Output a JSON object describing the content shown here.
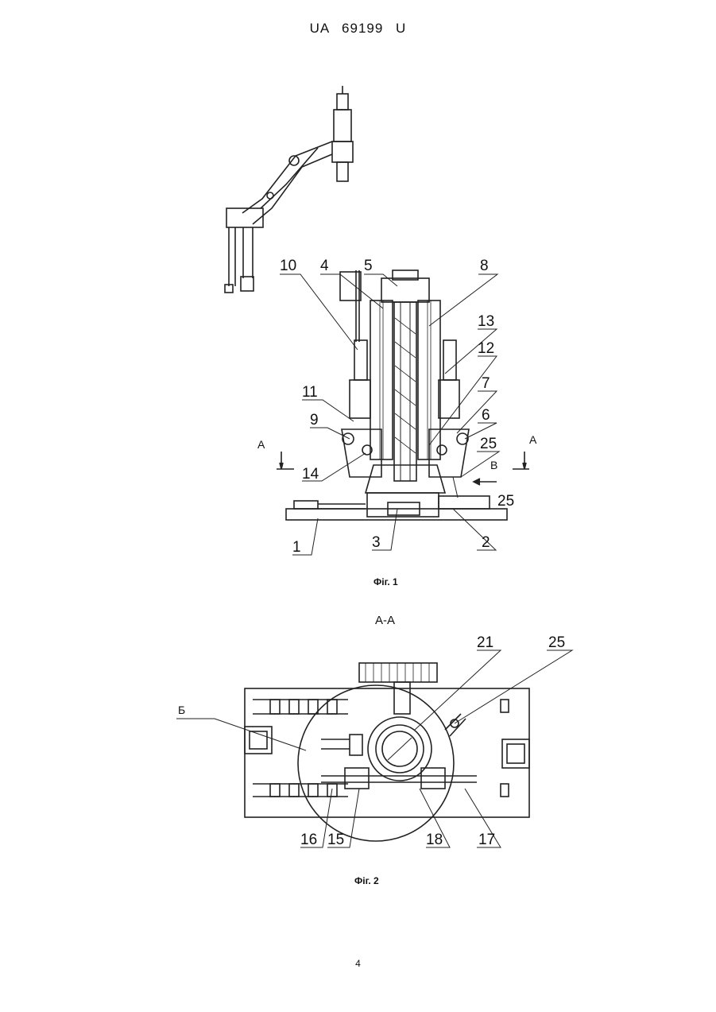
{
  "header": {
    "title": "UA   69199   U"
  },
  "figure1": {
    "caption": "Фіг. 1",
    "section_marks": [
      "А",
      "А"
    ],
    "arrow_label": "В",
    "callouts": [
      "10",
      "4",
      "5",
      "8",
      "13",
      "12",
      "7",
      "6",
      "11",
      "9",
      "14",
      "25",
      "25",
      "1",
      "3",
      "2"
    ]
  },
  "figure2": {
    "section_title": "А-А",
    "caption": "Фіг. 2",
    "view_label": "Б",
    "callouts": [
      "21",
      "25",
      "16",
      "15",
      "18",
      "17"
    ]
  },
  "page_number": "4"
}
